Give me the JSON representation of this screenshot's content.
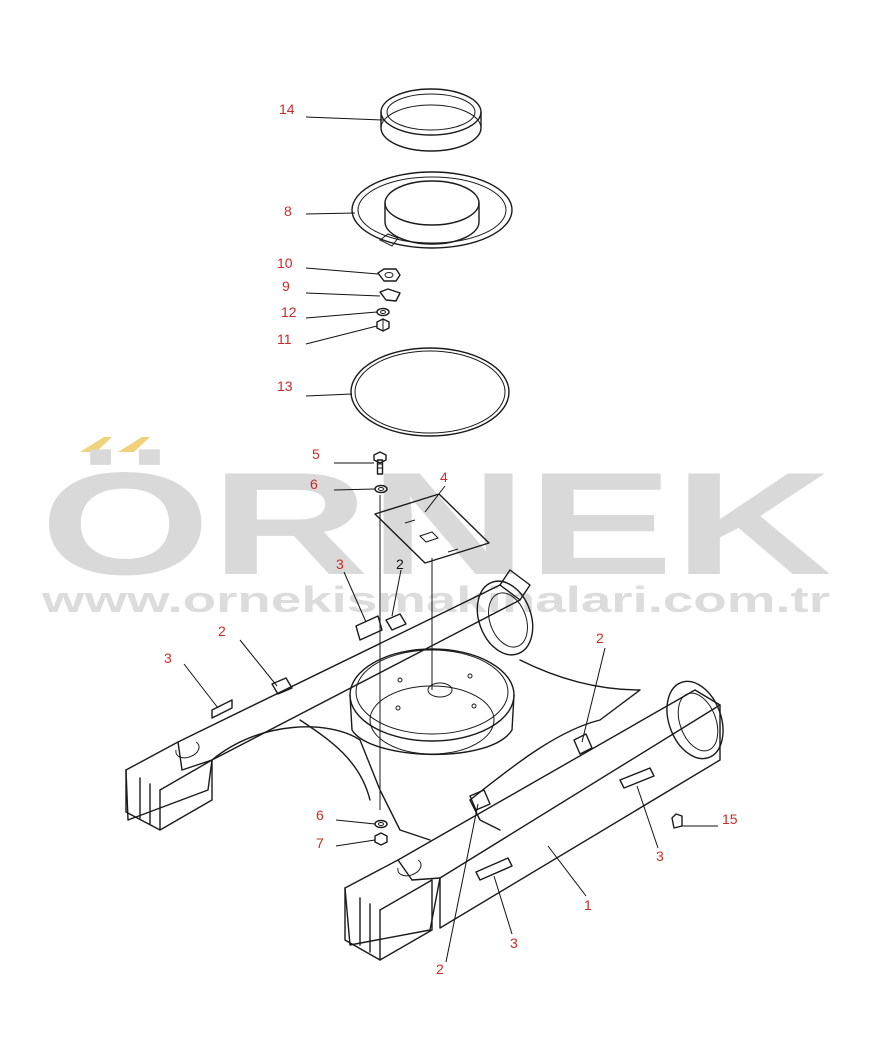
{
  "watermark": {
    "brand": "ÖRNEK",
    "url": "www.ornekismakinalari.com.tr",
    "accent_color": "#f0d27a",
    "text_color": "#d9d9d9"
  },
  "diagram": {
    "type": "exploded-parts-diagram",
    "subject": "excavator undercarriage track frame with swing bearing",
    "label_color": "#cc2a2a",
    "callouts": [
      {
        "id": "c14",
        "label": "14"
      },
      {
        "id": "c8",
        "label": "8"
      },
      {
        "id": "c10",
        "label": "10"
      },
      {
        "id": "c9",
        "label": "9"
      },
      {
        "id": "c12",
        "label": "12"
      },
      {
        "id": "c11",
        "label": "11"
      },
      {
        "id": "c13",
        "label": "13"
      },
      {
        "id": "c5",
        "label": "5"
      },
      {
        "id": "c6a",
        "label": "6"
      },
      {
        "id": "c4",
        "label": "4"
      },
      {
        "id": "c3a",
        "label": "3"
      },
      {
        "id": "c2a",
        "label": "2"
      },
      {
        "id": "c2b",
        "label": "2"
      },
      {
        "id": "c3b",
        "label": "3"
      },
      {
        "id": "c2c",
        "label": "2"
      },
      {
        "id": "c6b",
        "label": "6"
      },
      {
        "id": "c7",
        "label": "7"
      },
      {
        "id": "c15",
        "label": "15"
      },
      {
        "id": "c3c",
        "label": "3"
      },
      {
        "id": "c1",
        "label": "1"
      },
      {
        "id": "c3d",
        "label": "3"
      },
      {
        "id": "c2d",
        "label": "2"
      }
    ]
  }
}
